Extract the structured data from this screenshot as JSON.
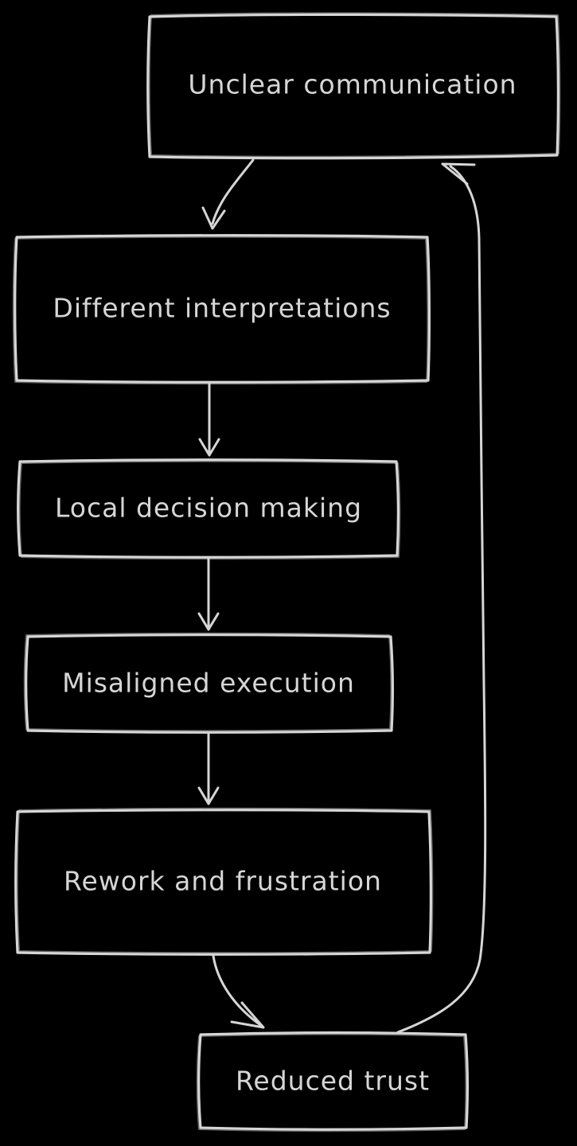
{
  "diagram": {
    "type": "flowchart-cycle",
    "background_color": "#000000",
    "stroke_color": "#d6d6d6",
    "text_color": "#d6d6d6",
    "nodes": [
      {
        "id": "unclear-communication",
        "label": "Unclear communication"
      },
      {
        "id": "different-interpretations",
        "label": "Different interpretations"
      },
      {
        "id": "local-decision-making",
        "label": "Local decision making"
      },
      {
        "id": "misaligned-execution",
        "label": "Misaligned execution"
      },
      {
        "id": "rework-and-frustration",
        "label": "Rework and frustration"
      },
      {
        "id": "reduced-trust",
        "label": "Reduced trust"
      }
    ],
    "edges": [
      {
        "from": "unclear-communication",
        "to": "different-interpretations"
      },
      {
        "from": "different-interpretations",
        "to": "local-decision-making"
      },
      {
        "from": "local-decision-making",
        "to": "misaligned-execution"
      },
      {
        "from": "misaligned-execution",
        "to": "rework-and-frustration"
      },
      {
        "from": "rework-and-frustration",
        "to": "reduced-trust"
      },
      {
        "from": "reduced-trust",
        "to": "unclear-communication",
        "note": "feedback loop up right side"
      }
    ]
  }
}
